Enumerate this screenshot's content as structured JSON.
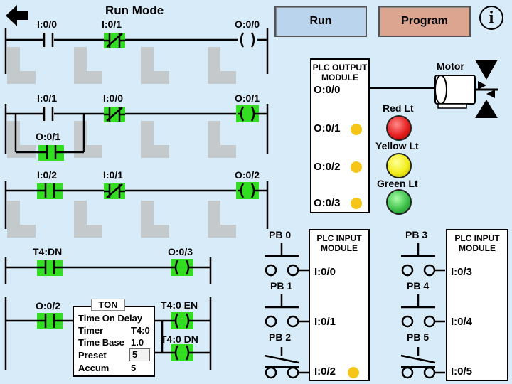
{
  "header": {
    "title": "Run Mode",
    "run_label": "Run",
    "program_label": "Program",
    "info_label": "i"
  },
  "ladder": {
    "r1": {
      "c1": "I:0/0",
      "c2": "I:0/1",
      "coil": "O:0/0"
    },
    "r2": {
      "c1": "I:0/1",
      "c2": "I:0/0",
      "branch": "O:0/1",
      "coil": "O:0/1"
    },
    "r3": {
      "c1": "I:0/2",
      "c2": "I:0/1",
      "coil": "O:0/2"
    },
    "r4": {
      "c1": "T4:DN",
      "coil": "O:0/3"
    },
    "r5": {
      "c1": "O:0/2",
      "en": "T4:0 EN",
      "dn": "T4:0 DN"
    }
  },
  "ton": {
    "title": "TON",
    "desc": "Time On Delay",
    "timer_label": "Timer",
    "timer_value": "T4:0",
    "base_label": "Time Base",
    "base_value": "1.0",
    "preset_label": "Preset",
    "preset_value": "5",
    "accum_label": "Accum",
    "accum_value": "5"
  },
  "output_module": {
    "title1": "PLC OUTPUT",
    "title2": "MODULE",
    "o0": "O:0/0",
    "o1": "O:0/1",
    "o2": "O:0/2",
    "o3": "O:0/3"
  },
  "devices": {
    "motor": "Motor",
    "red": "Red Lt",
    "yellow": "Yellow Lt",
    "green": "Green Lt"
  },
  "input_module1": {
    "title1": "PLC INPUT",
    "title2": "MODULE",
    "i0": "I:0/0",
    "i1": "I:0/1",
    "i2": "I:0/2"
  },
  "input_module2": {
    "title1": "PLC INPUT",
    "title2": "MODULE",
    "i3": "I:0/3",
    "i4": "I:0/4",
    "i5": "I:0/5"
  },
  "pushbuttons": {
    "pb0": "PB 0",
    "pb1": "PB 1",
    "pb2": "PB 2",
    "pb3": "PB 3",
    "pb4": "PB 4",
    "pb5": "PB 5"
  },
  "colors": {
    "energized": "#33dd22",
    "background": "#d7ebf8",
    "run_button": "#b9d4ec",
    "program_button": "#dba58f",
    "indicator": "#f5c518",
    "red_lamp": "#e62020",
    "yellow_lamp": "#f2ee1a",
    "green_lamp": "#3fc04a"
  }
}
